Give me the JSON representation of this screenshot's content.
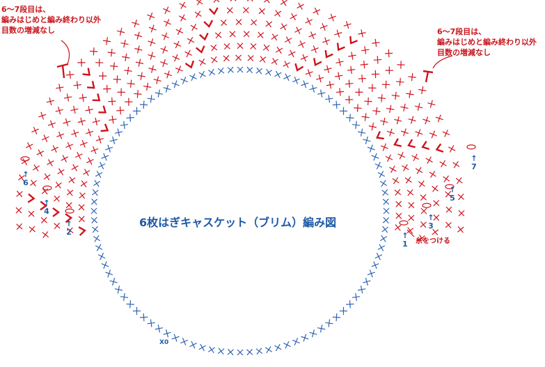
{
  "title": "6枚はぎキャスケット（ブリム）編み図",
  "note_left": [
    "6〜7段目は、",
    "編みはじめと編み終わり以外",
    "目数の増減なし"
  ],
  "note_right": [
    "6〜7段目は、",
    "編みはじめと編み終わり以外",
    "目数の増減なし"
  ],
  "attach_yarn_label": "糸をつける",
  "start_mark": "X0",
  "row_numbers": {
    "r1": "1",
    "r2": "2",
    "r3": "3",
    "r4": "4",
    "r5": "5",
    "r6": "6",
    "r7": "7"
  },
  "colors": {
    "base_ring": "#2d63b4",
    "rows": "#d0121b"
  }
}
